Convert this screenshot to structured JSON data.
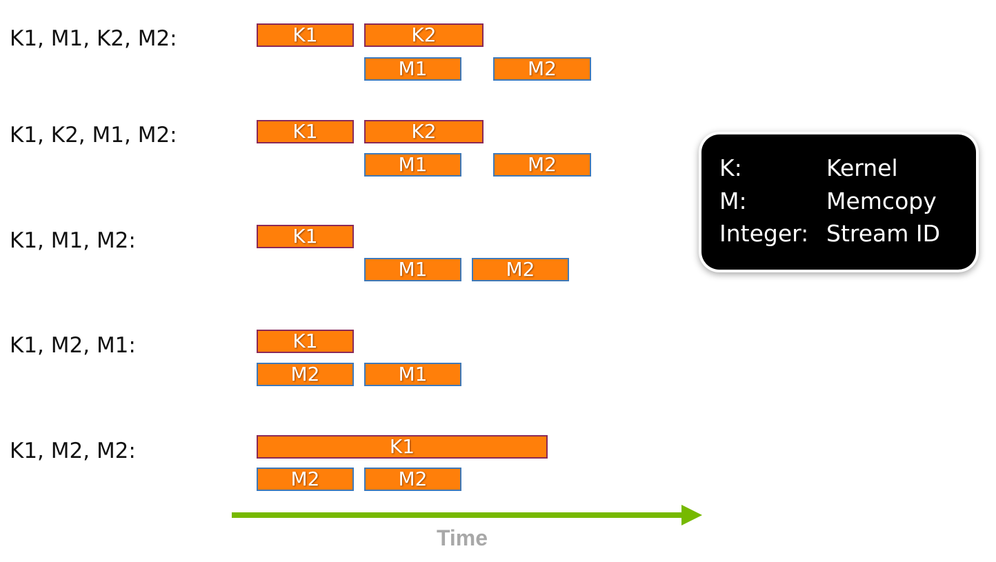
{
  "rows": [
    {
      "label": "K1, M1, K2, M2:",
      "blocks": [
        "K1",
        "K2",
        "M1",
        "M2"
      ]
    },
    {
      "label": "K1, K2, M1, M2:",
      "blocks": [
        "K1",
        "K2",
        "M1",
        "M2"
      ]
    },
    {
      "label": "K1, M1, M2:",
      "blocks": [
        "K1",
        "M1",
        "M2"
      ]
    },
    {
      "label": "K1, M2, M1:",
      "blocks": [
        "K1",
        "M2",
        "M1"
      ]
    },
    {
      "label": "K1, M2, M2:",
      "blocks": [
        "K1",
        "M2",
        "M2"
      ]
    }
  ],
  "legend": {
    "items": [
      {
        "key": "K:",
        "value": "Kernel"
      },
      {
        "key": "M:",
        "value": "Memcopy"
      },
      {
        "key": "Integer:",
        "value": "Stream ID"
      }
    ]
  },
  "axis": {
    "label": "Time"
  },
  "colors": {
    "block_fill": "#ff7f0a",
    "kernel_border": "#8a2a58",
    "memcpy_border": "#3f79b8",
    "arrow": "#76b900",
    "legend_bg": "#000000",
    "time_label": "#a8a8a8"
  }
}
